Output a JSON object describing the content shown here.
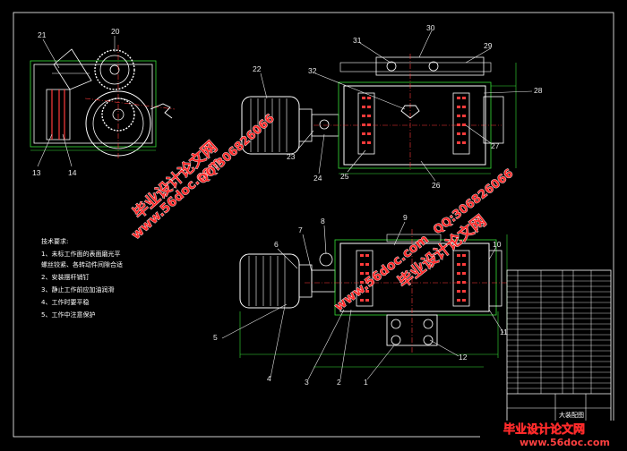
{
  "parts": {
    "p1": "1",
    "p2": "2",
    "p3": "3",
    "p4": "4",
    "p5": "5",
    "p6": "6",
    "p7": "7",
    "p8": "8",
    "p9": "9",
    "p10": "10",
    "p11": "11",
    "p12": "12",
    "p13": "13",
    "p14": "14",
    "p20": "20",
    "p21": "21",
    "p22": "22",
    "p23": "23",
    "p24": "24",
    "p25": "25",
    "p26": "26",
    "p27": "27",
    "p28": "28",
    "p29": "29",
    "p30": "30",
    "p31": "31",
    "p32": "32"
  },
  "notes": {
    "title": "技术要求:",
    "lines": [
      "1、未标工作面的表面磨光平",
      "螺丝铰紧、各转动件间隙合适",
      "2、安装摆杆销钉",
      "3、静止工作前应加油润滑",
      "4、工作时要平稳",
      "5、工作中注意保护"
    ]
  },
  "title_block": {
    "name": "大装配图"
  },
  "watermarks": {
    "brand": "毕业设计论文网",
    "site": "www.56doc.com",
    "qq": "QQ:306826066"
  },
  "footer": {
    "brand": "毕业设计论文网",
    "site": "www.56doc.com"
  },
  "colors": {
    "background": "#000000",
    "outline": "#ffffff",
    "hidden": "#ff3b3b",
    "dimension": "#36e036",
    "center": "#ff3b3b",
    "part": "#e06060",
    "watermark": "#ff2a2a"
  }
}
